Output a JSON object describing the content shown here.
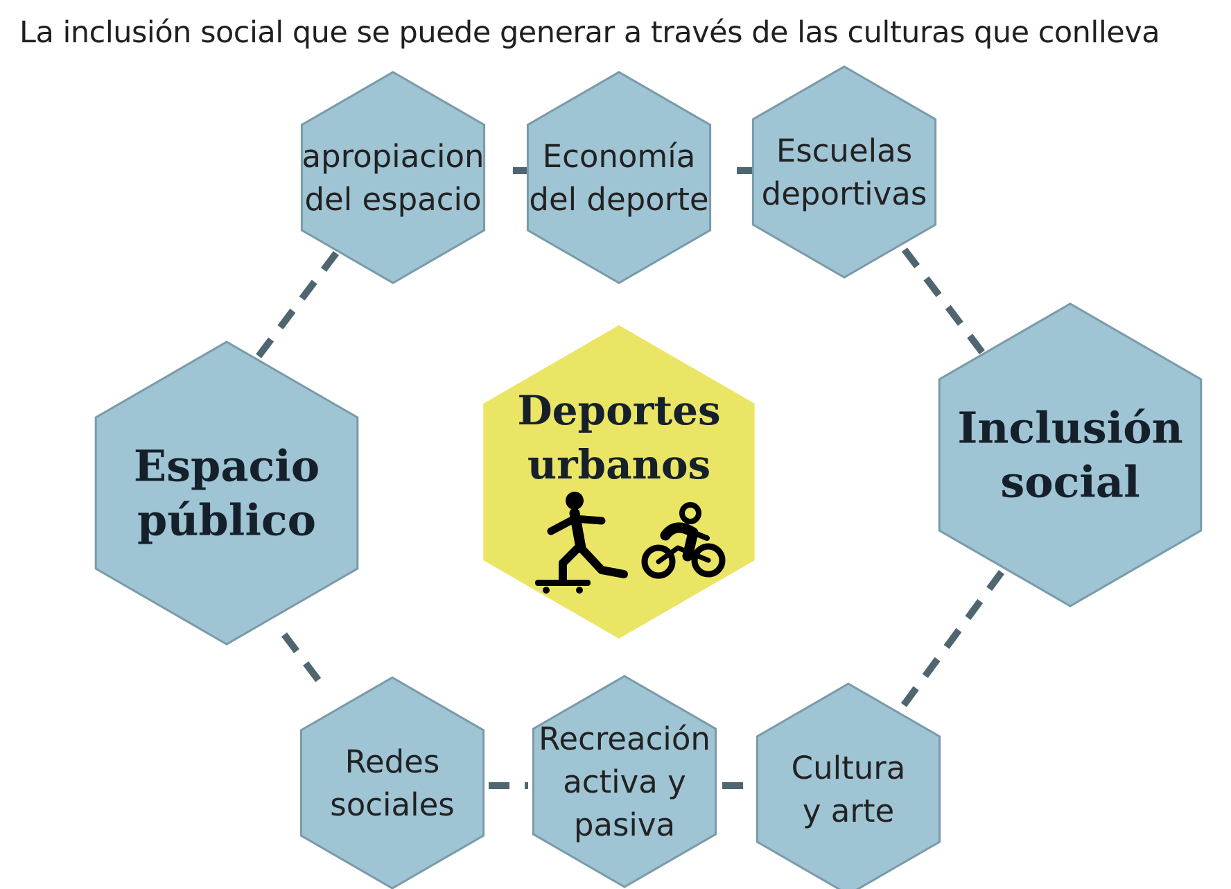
{
  "title": "La inclusión social que se puede generar a través de las culturas que conlleva",
  "colors": {
    "hex_fill": "#9fc4d4",
    "hex_stroke": "#7a9aa8",
    "center_fill": "#ebe566",
    "connector": "#4f6670",
    "text": "#222222"
  },
  "center": {
    "lines": [
      "Deportes",
      "urbanos"
    ],
    "icons": [
      "skateboarder-icon",
      "cyclist-icon"
    ]
  },
  "nodes": [
    {
      "id": "apropiacion",
      "lines": [
        "apropiacion",
        "del espacio"
      ]
    },
    {
      "id": "economia",
      "lines": [
        "Economía",
        "del deporte"
      ]
    },
    {
      "id": "escuelas",
      "lines": [
        "Escuelas",
        "deportivas"
      ]
    },
    {
      "id": "espacio",
      "lines": [
        "Espacio",
        "público"
      ]
    },
    {
      "id": "inclusion",
      "lines": [
        "Inclusión",
        "social"
      ]
    },
    {
      "id": "redes",
      "lines": [
        "Redes",
        "sociales"
      ]
    },
    {
      "id": "recreacion",
      "lines": [
        "Recreación",
        "activa y",
        "pasiva"
      ]
    },
    {
      "id": "cultura",
      "lines": [
        "Cultura",
        "y arte"
      ]
    }
  ]
}
